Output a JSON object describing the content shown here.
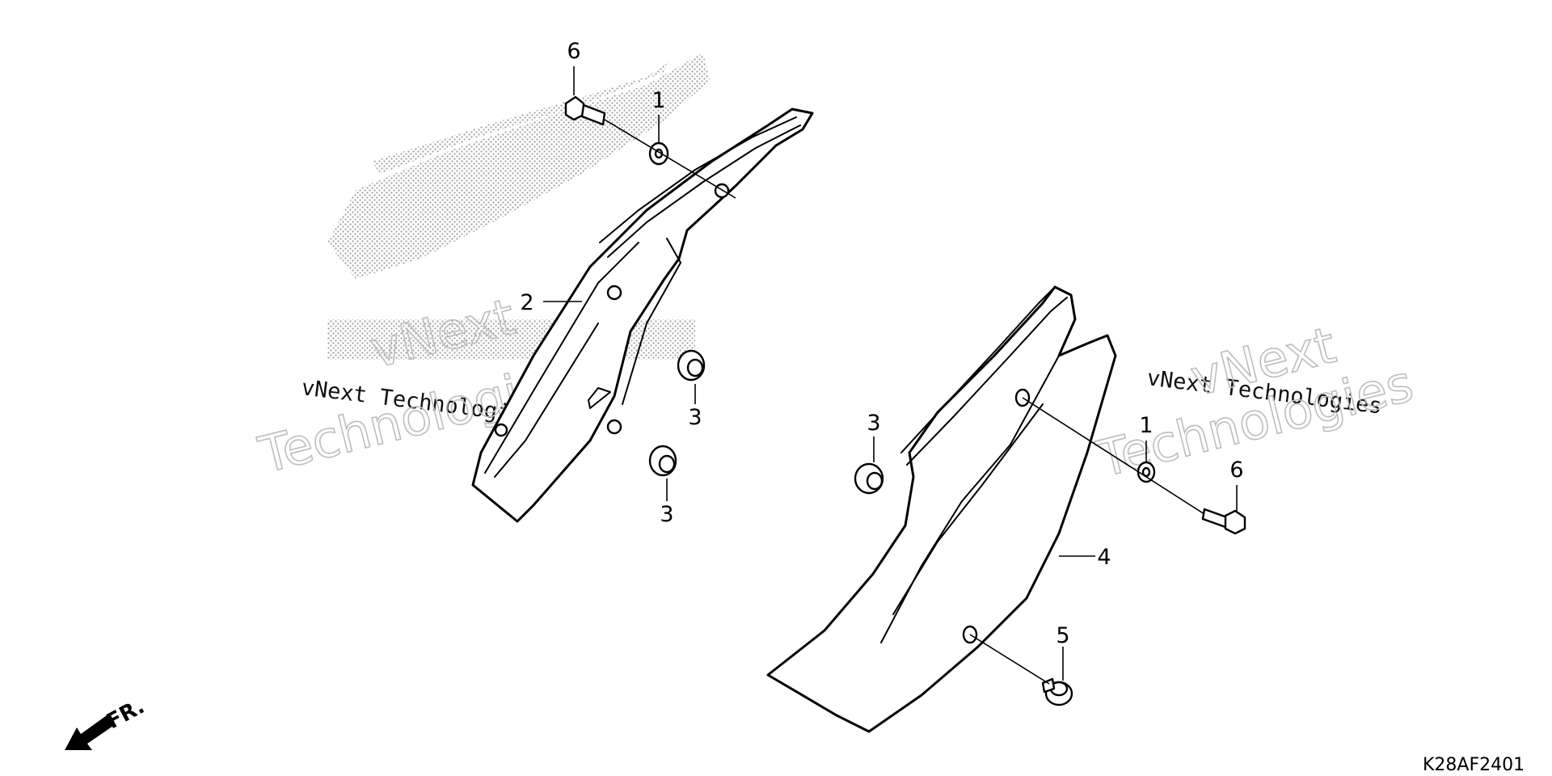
{
  "diagram_code": "K28AF2401",
  "direction_label": "FR.",
  "watermark": {
    "company": "vNext Technologies",
    "line_vnext": "vNext",
    "line_technologies": "Technologies"
  },
  "callouts": [
    {
      "id": "6-left",
      "number": "6"
    },
    {
      "id": "1-left",
      "number": "1"
    },
    {
      "id": "2",
      "number": "2"
    },
    {
      "id": "3-upper-left",
      "number": "3"
    },
    {
      "id": "3-lower-left",
      "number": "3"
    },
    {
      "id": "3-right",
      "number": "3"
    },
    {
      "id": "1-right",
      "number": "1"
    },
    {
      "id": "6-right",
      "number": "6"
    },
    {
      "id": "4",
      "number": "4"
    },
    {
      "id": "5",
      "number": "5"
    }
  ],
  "colors": {
    "line": "#000000",
    "watermark_dots": "#9e9e9e",
    "watermark_outline": "#bdbdbd"
  }
}
